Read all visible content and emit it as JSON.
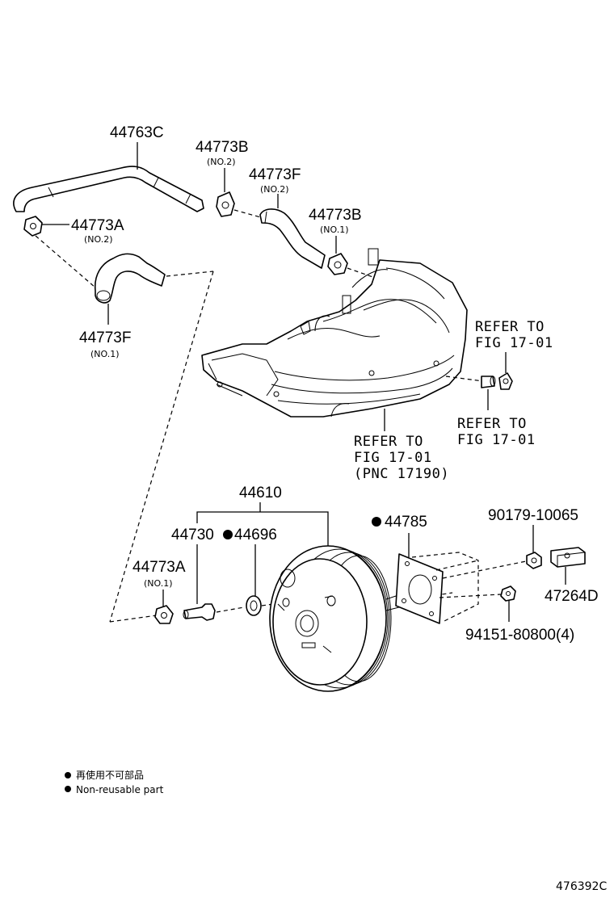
{
  "labels": {
    "hose_44763c": "44763C",
    "clamp_44773b_top": "44773B",
    "clamp_44773b_top_sub": "(NO.2)",
    "hose_44773f_top": "44773F",
    "hose_44773f_top_sub": "(NO.2)",
    "clamp_44773b_right": "44773B",
    "clamp_44773b_right_sub": "(NO.1)",
    "clamp_44773a_top": "44773A",
    "clamp_44773a_top_sub": "(NO.2)",
    "hose_44773f_left": "44773F",
    "hose_44773f_left_sub": "(NO.1)",
    "booster_44610": "44610",
    "valve_44730": "44730",
    "grommet_44696": "44696",
    "gasket_44785": "44785",
    "clamp_44773a_bottom": "44773A",
    "clamp_44773a_bottom_sub": "(NO.1)",
    "nut_90179": "90179-10065",
    "bracket_47264d": "47264D",
    "nut_94151": "94151-80800(4)"
  },
  "refs": {
    "right_line1": "REFER TO",
    "right_line2": "FIG 17-01",
    "lower_right_line1": "REFER TO",
    "lower_right_line2": "FIG 17-01",
    "manifold_line1": "REFER TO",
    "manifold_line2": "FIG 17-01",
    "manifold_line3": "(PNC 17190)"
  },
  "legend": {
    "line_jp": "再使用不可部品",
    "line_en": "Non-reusable part"
  },
  "figure_code": "476392C"
}
